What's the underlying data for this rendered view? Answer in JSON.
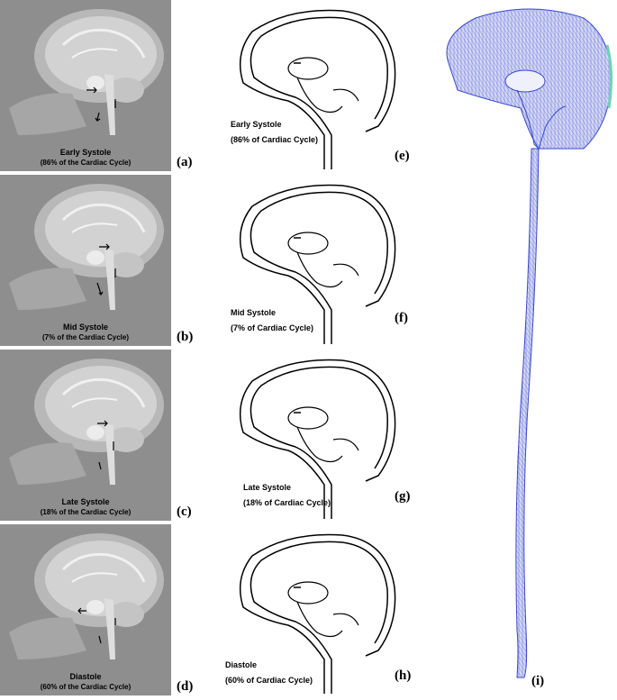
{
  "figure": {
    "panels": [
      {
        "id": "a",
        "label": "(a)",
        "phase": "Early Systole",
        "cycle": "(86% of the Cardiac Cycle)"
      },
      {
        "id": "b",
        "label": "(b)",
        "phase": "Mid Systole",
        "cycle": "(7% of the Cardiac Cycle)"
      },
      {
        "id": "c",
        "label": "(c)",
        "phase": "Late Systole",
        "cycle": "(18% of the Cardiac Cycle)"
      },
      {
        "id": "d",
        "label": "(d)",
        "phase": "Diastole",
        "cycle": "(60% of the Cardiac Cycle)"
      }
    ],
    "schematics": [
      {
        "id": "e",
        "label": "(e)",
        "phase": "Early Systole",
        "cycle": "(86% of Cardiac Cycle)"
      },
      {
        "id": "f",
        "label": "(f)",
        "phase": "Mid Systole",
        "cycle": "(7% of Cardiac Cycle)"
      },
      {
        "id": "g",
        "label": "(g)",
        "phase": "Late Systole",
        "cycle": "(18% of Cardiac Cycle)"
      },
      {
        "id": "h",
        "label": "(h)",
        "phase": "Diastole",
        "cycle": "(60% of Cardiac Cycle)"
      }
    ],
    "mesh": {
      "id": "i",
      "label": "(i)"
    },
    "colors": {
      "mri_bg": "#8e8e8e",
      "mesh_fill": "#c8ccf0",
      "mesh_edge": "#3a48c8",
      "mesh_accent": "#6fd3b0"
    }
  }
}
